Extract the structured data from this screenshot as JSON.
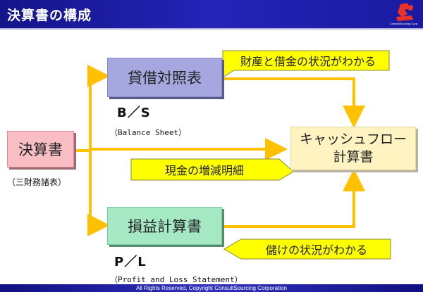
{
  "header": {
    "title": "決算書の構成",
    "logo_caption": "ConsultSourcing Corp."
  },
  "boxes": {
    "main": "決算書",
    "bs": "貸借対照表",
    "pl": "損益計算書",
    "cf_line1": "キャッシュフロー",
    "cf_line2": "計算書"
  },
  "labels": {
    "bs_abbr": "B／S",
    "bs_full": "（Balance Sheet）",
    "pl_abbr": "P／L",
    "pl_full": "（Profit and Loss Statement）",
    "main_sub": "（三財務諸表）"
  },
  "callouts": {
    "bs": "財産と借金の状況がわかる",
    "cf": "現金の増減明細",
    "pl": "儲けの状況がわかる"
  },
  "footer": {
    "copyright": "All Rights Reserved, Copyright  ConsultSourcing Corporation"
  },
  "colors": {
    "header_bg": "#1e1eaa",
    "arrow": "#ffc000",
    "callout_fill": "#ffff00",
    "bs_box": "#a7a7e0",
    "main_box": "#f8bec4",
    "pl_box": "#a4e8c4",
    "cf_box": "#fff3c2"
  }
}
